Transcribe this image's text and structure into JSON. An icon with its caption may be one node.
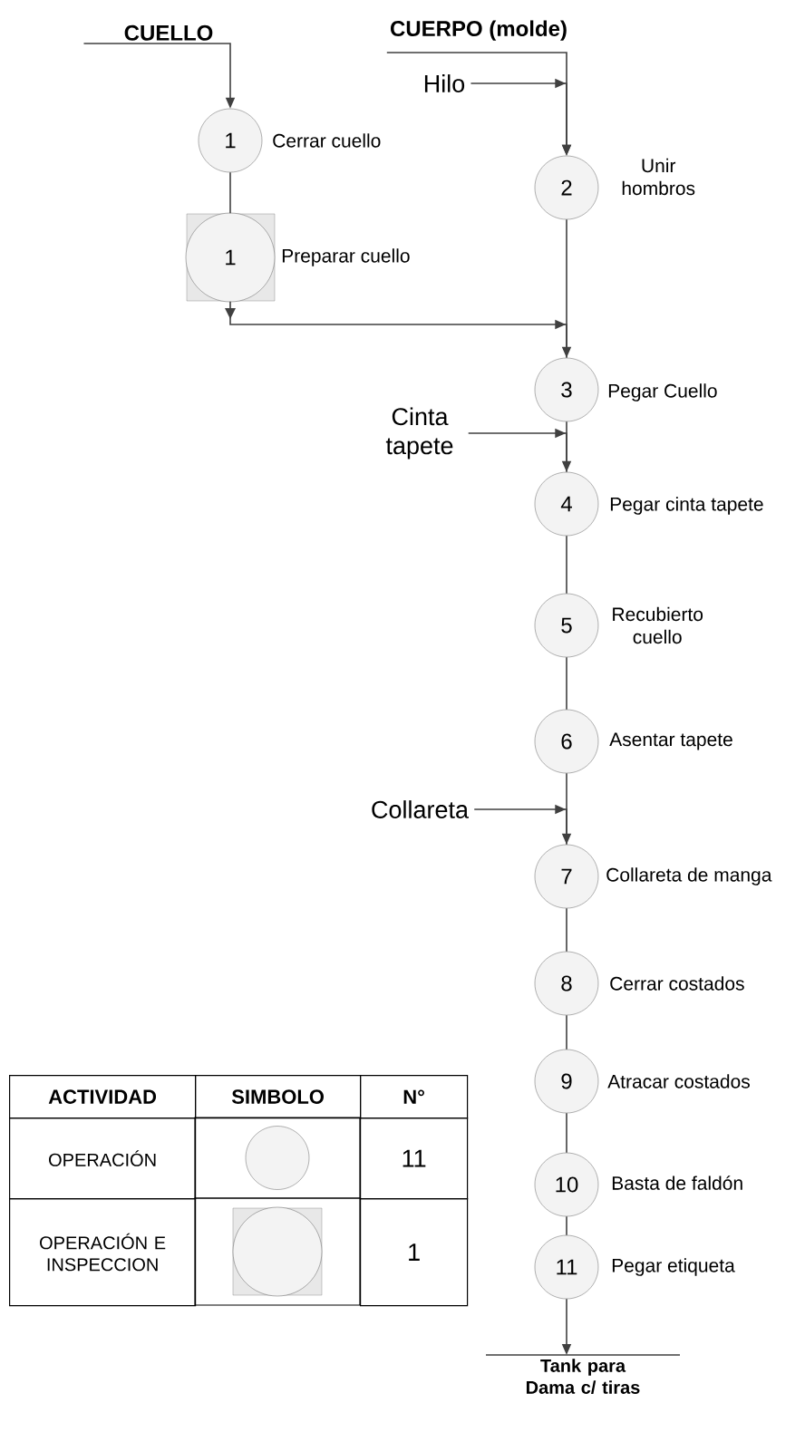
{
  "diagram": {
    "nodes": [
      {
        "text": [
          "CUELLO"
        ]
      },
      {
        "text": [
          "1"
        ],
        "beside": [
          "Cerrar cuello"
        ]
      },
      {
        "text": [
          "1"
        ],
        "beside": [
          "Preparar cuello"
        ]
      },
      {
        "text": [
          "CUERPO (molde)"
        ]
      },
      {
        "text": [
          "Hilo"
        ]
      },
      {
        "text": [
          "2"
        ],
        "beside": [
          "Unir hombros"
        ]
      },
      {
        "text": [
          "Cinta tapete"
        ]
      },
      {
        "text": [
          "3"
        ],
        "beside": [
          "Pegar Cuello"
        ]
      },
      {
        "text": [
          "4"
        ],
        "beside": [
          "Pegar cinta tapete"
        ]
      },
      {
        "text": [
          "5"
        ],
        "beside": [
          "Recubierto cuello"
        ]
      },
      {
        "text": [
          "6"
        ],
        "beside": [
          "Asentar tapete"
        ]
      },
      {
        "text": [
          "Collareta"
        ]
      },
      {
        "text": [
          "7"
        ],
        "beside": [
          "Collareta de manga"
        ]
      },
      {
        "text": [
          "8"
        ],
        "beside": [
          "Cerrar costados"
        ]
      },
      {
        "text": [
          "9"
        ],
        "beside": [
          "Atracar costados"
        ]
      },
      {
        "text": [
          "10"
        ],
        "beside": [
          "Basta de faldón"
        ]
      },
      {
        "text": [
          "11"
        ],
        "beside": [
          "Pegar etiqueta"
        ]
      },
      {
        "text": [
          "Tank para Dama c/ tiras"
        ]
      }
    ],
    "edges": [
      {
        "from": 0,
        "to": 1,
        "arrow": "to"
      },
      {
        "from": 1,
        "to": 2,
        "arrow": "none"
      },
      {
        "from": 2,
        "to": 7,
        "arrow": "to"
      },
      {
        "from": 3,
        "to": 5,
        "arrow": "to"
      },
      {
        "from": 4,
        "to": 5,
        "arrow": "to"
      },
      {
        "from": 5,
        "to": 7,
        "arrow": "none"
      },
      {
        "from": 6,
        "to": 8,
        "arrow": "to"
      },
      {
        "from": 7,
        "to": 8,
        "arrow": "none"
      },
      {
        "from": 8,
        "to": 9,
        "arrow": "none"
      },
      {
        "from": 9,
        "to": 10,
        "arrow": "none"
      },
      {
        "from": 11,
        "to": 12,
        "arrow": "to"
      },
      {
        "from": 10,
        "to": 12,
        "arrow": "none"
      },
      {
        "from": 12,
        "to": 13,
        "arrow": "none"
      },
      {
        "from": 13,
        "to": 14,
        "arrow": "none"
      },
      {
        "from": 14,
        "to": 15,
        "arrow": "none"
      },
      {
        "from": 15,
        "to": 16,
        "arrow": "none"
      },
      {
        "from": 16,
        "to": 17,
        "arrow": "to"
      }
    ],
    "labels": [
      "ACTIVIDAD",
      "SIMBOLO",
      "N°",
      "OPERACIÓN",
      "11",
      "OPERACIÓN E INSPECCION",
      "1"
    ]
  }
}
